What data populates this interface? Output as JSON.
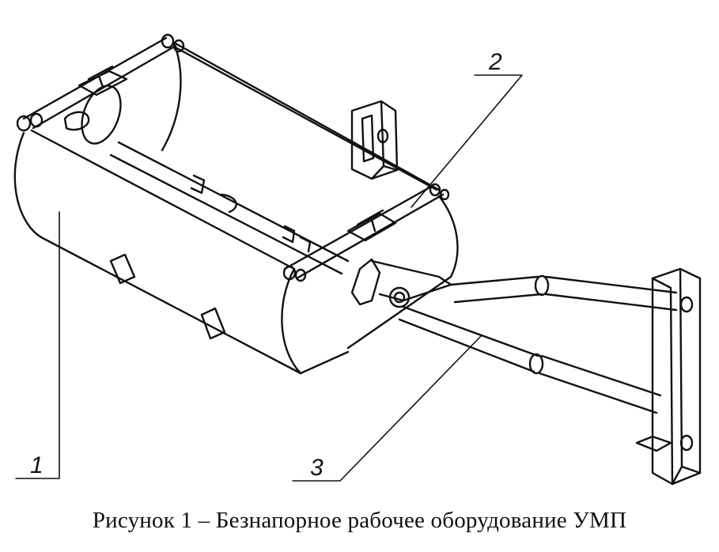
{
  "figure": {
    "callouts": [
      {
        "id": "1",
        "label": "1"
      },
      {
        "id": "2",
        "label": "2"
      },
      {
        "id": "3",
        "label": "3"
      }
    ]
  },
  "caption": "Рисунок 1 – Безнапорное рабочее оборудование УМП"
}
